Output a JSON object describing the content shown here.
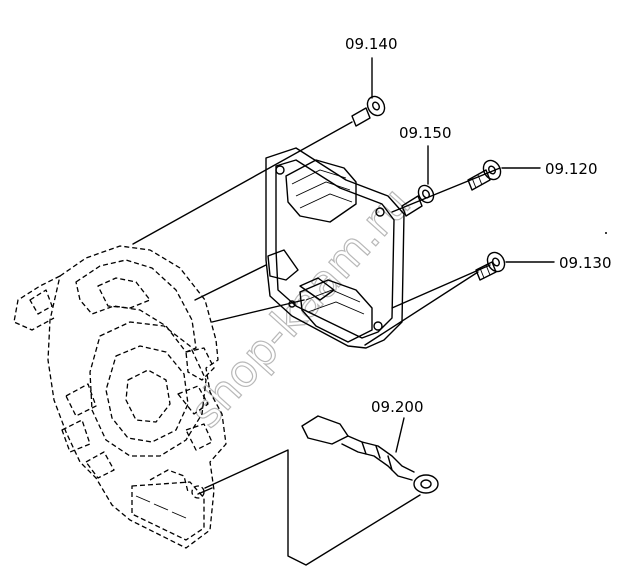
{
  "labels": {
    "p09140": "09.140",
    "p09150": "09.150",
    "p09120": "09.120",
    "p09130": "09.130",
    "p09200": "09.200"
  },
  "watermark": "shop-kaam.ru"
}
